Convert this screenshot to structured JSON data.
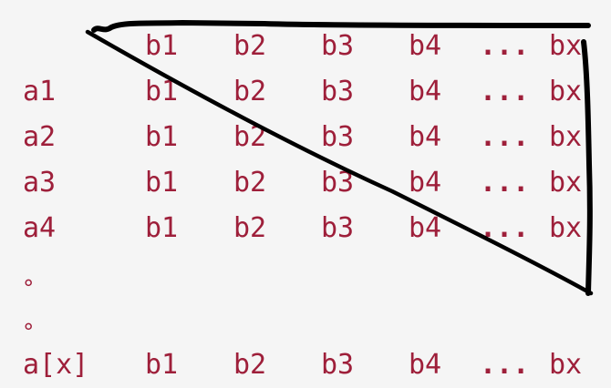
{
  "header_row": {
    "cells": [
      "b1",
      "b2",
      "b3",
      "b4",
      "...",
      "bx"
    ]
  },
  "rows": [
    {
      "label": "a1",
      "cells": [
        "b1",
        "b2",
        "b3",
        "b4",
        "...",
        "bx"
      ]
    },
    {
      "label": "a2",
      "cells": [
        "b1",
        "b2",
        "b3",
        "b4",
        "...",
        "bx"
      ]
    },
    {
      "label": "a3",
      "cells": [
        "b1",
        "b2",
        "b3",
        "b4",
        "...",
        "bx"
      ]
    },
    {
      "label": "a4",
      "cells": [
        "b1",
        "b2",
        "b3",
        "b4",
        "...",
        "bx"
      ]
    }
  ],
  "dots": [
    "∘",
    "∘"
  ],
  "last_row": {
    "label": "a[x]",
    "cells": [
      "b1",
      "b2",
      "b3",
      "b4",
      "...",
      "bx"
    ]
  },
  "colors": {
    "text": "#9e1f3a",
    "background": "#f5f5f5",
    "annotation": "#000000"
  }
}
